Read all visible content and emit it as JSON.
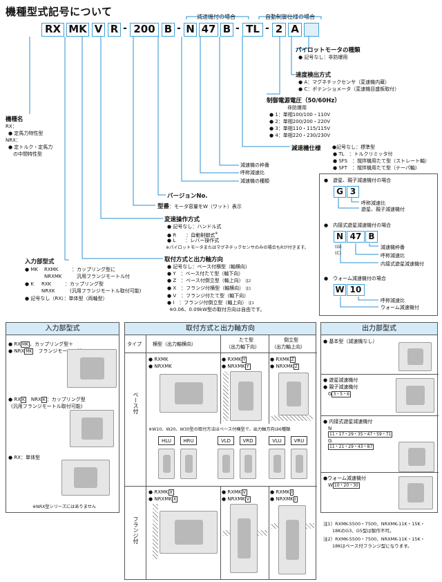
{
  "page_title": "機種型式記号について",
  "header": {
    "reducer_case": "減速機付の場合",
    "auto_control_case": "自動制御仕様の場合"
  },
  "code": {
    "rx": "RX",
    "mk": "MK",
    "v": "V",
    "r": "R",
    "d1": "-",
    "n200": "200",
    "b1": "B",
    "d2": "-",
    "n": "N",
    "n47": "47",
    "b2": "B",
    "d3": "-",
    "tl": "TL",
    "d4": "-",
    "two": "2",
    "a": "A",
    "blank": ""
  },
  "pilot_motor": {
    "heading": "パイロットモータの種類",
    "item": "● 記号なし：非防爆用"
  },
  "speed_detect": {
    "heading": "速度検出方式",
    "items": [
      "● A：マグネチックセンサ（変速機内蔵）",
      "● C：ポテンショメータ（変速機目盛板取付）"
    ]
  },
  "control_power": {
    "heading": "制御電源電圧（50/60Hz）",
    "sub": "非防爆用",
    "items": [
      "● 1：単相100/100・110V",
      "● 2：単相200/200・220V",
      "● 3：単相110・115/115V",
      "● 4：単相220・230/230V"
    ]
  },
  "reducer_spec": {
    "heading": "減速機仕様",
    "items": [
      "●記号なし：標準型",
      "● TL　：トルクリミッタ付",
      "● SFS　：撹拌機用たて型（ストレート軸）",
      "● SFT　：撹拌機用たて型（テーパ軸）"
    ]
  },
  "reducer_frame": "減速機の枠番",
  "nominal_ratio": "呼称減速比",
  "reducer_type": "減速機の種類",
  "version": "バージョンNo.",
  "model_no": {
    "heading": "型番",
    "desc": "：モータ容量をW（ワット）表示"
  },
  "speed_op": {
    "heading": "変速操作方式",
    "items": [
      "● 記号なし：ハンドル式",
      "● R　　：自動制御式",
      "● L　　：レバー操作式"
    ],
    "note": "※パイロットモータまたはマグネチックセンサのみの場合もRが付きます。",
    "r_sup": "※"
  },
  "mount": {
    "heading": "取付方式と出力軸方向",
    "items": [
      "● 記号なし：ベース付横型（軸横向）",
      "● Y　：ベース付たて型（軸下向）",
      "● Z　：ベース付倒立型（軸上向）",
      "● X　：フランジ付横型（軸横向）",
      "● V　：フランジ付たて型（軸下向）",
      "● I　：フランジ付倒立型（軸上向）"
    ],
    "notes": [
      "注2",
      "",
      "",
      "注1",
      "",
      "注1"
    ],
    "footnote": "※0.06、0.09kW型の取付方向は自由です。"
  },
  "model_name": {
    "heading": "機種名",
    "rx_label": "RX：",
    "rx_item": "● 定馬力特性型",
    "nrx_label": "NRX：",
    "nrx_item1": "● 定トルク・定馬力",
    "nrx_item2": "　の中間特性型"
  },
  "input_type": {
    "heading": "入力部型式",
    "mk_a": "● MK",
    "mk_b1": "RXMK",
    "mk_b2": "NRXMK",
    "mk_c1": "：カップリング型に",
    "mk_c2": "　汎用フランジモートル付",
    "k_a": "● K",
    "k_b1": "RXK",
    "k_b2": "NRXK",
    "k_c1": "：カップリング型",
    "k_c2": "　(汎用フランジモートル取付可能)",
    "none": "● 記号なし（RX）：単体型（両軸型）"
  },
  "right_box": {
    "s1_title": "●　遊星、親子減速機付の場合",
    "s1_codes": [
      "G",
      "3"
    ],
    "s1_l1": "呼称減速比",
    "s1_l2": "遊星、親子減速機付",
    "s2_title": "●　内接式遊星減速機付の場合",
    "s2_codes": [
      "N",
      "47",
      "B"
    ],
    "s2_g": "(G)",
    "s2_c": "(C)",
    "s2_l1": "減速機枠番",
    "s2_l2": "呼称減速比",
    "s2_l3": "内接式遊星減速機付",
    "s3_title": "●　ウォーム減速機付の場合",
    "s3_codes": [
      "W",
      "10"
    ],
    "s3_l1": "呼称減速比",
    "s3_l2": "ウォーム減速機付"
  },
  "panel_input": {
    "title": "入力部型式",
    "row1_a": "● RX",
    "row1_b": "MK",
    "row1_c": "、カップリング型＋",
    "row1_d": "● NRX",
    "row1_e": "MK",
    "row1_f": "　フランジモートル付",
    "row2_a": "● RX",
    "row2_b": "K",
    "row2_c": "　NRX",
    "row2_d": "K",
    "row2_e": "：カップリング型",
    "row2_f": "(汎用フランジモートル取付可能)",
    "row3": "● RX：単体型",
    "note": "※NRX型シリーズにはありません"
  },
  "panel_mount": {
    "title": "取付方式と出力軸方向",
    "col_type": "タイプ",
    "col_h": "横型（出力軸横向）",
    "col_v1": "たて型",
    "col_v2": "（出力軸下向）",
    "col_i1": "倒立型",
    "col_i2": "（出力軸上向）",
    "base_label": "ベース付",
    "flange_label": "フランジ付",
    "b_h1": "● RXMK",
    "b_h2": "● NRXMK",
    "b_v1": "● RXMK",
    "b_v1t": "Y",
    "b_v2": "● NRXMK",
    "b_v2t": "Y",
    "b_i1": "● RXMK",
    "b_i1t": "Z",
    "b_i2": "● NRXMK",
    "b_i2t": "Z",
    "dir_note": "※W10、W20、W30型の取付方法はベース付横型で、出力軸方向は6種類",
    "dirs": [
      "HLU",
      "HRU",
      "VLD",
      "VRD",
      "VLU",
      "VRU"
    ],
    "f_h1": "● RXMK",
    "f_h1t": "X",
    "f_h2": "● NRXMK",
    "f_h2t": "X",
    "f_v1": "● RXMK",
    "f_v1t": "V",
    "f_v2": "● NRXMK",
    "f_v2t": "V",
    "f_i1": "● RXMK",
    "f_i1t": "I",
    "f_i2": "● NRXMK",
    "f_i2t": "I"
  },
  "panel_output": {
    "title": "出力部型式",
    "i1": "● 基本型（減速機なし）",
    "i2a": "● 遊星減速機付",
    "i2b": "● 親子減速機付",
    "i2c": "G",
    "i2d": "3・5・6",
    "i3a": "● 内接式遊星減速機付",
    "i3b": "N",
    "i3c": "11・17・29・35・47・59・71",
    "i3d": "G",
    "i3e": "11・21・29・43・87",
    "i4a": "●ウォーム減速機付",
    "i4b": "W",
    "i4c": "10・20・30"
  },
  "footnotes": [
    "注1）RXMK-5500・7500、NRXMK-11K・15K・",
    "　　18KのG3、G5型は製作不可。",
    "注2）RXMK-5500・7500、NRXMK-11K・15K・",
    "　　18Kはベース付フランジ型になります。"
  ],
  "colors": {
    "accent_border": "#3aa0d8",
    "panel_header": "#d6ebf8"
  }
}
